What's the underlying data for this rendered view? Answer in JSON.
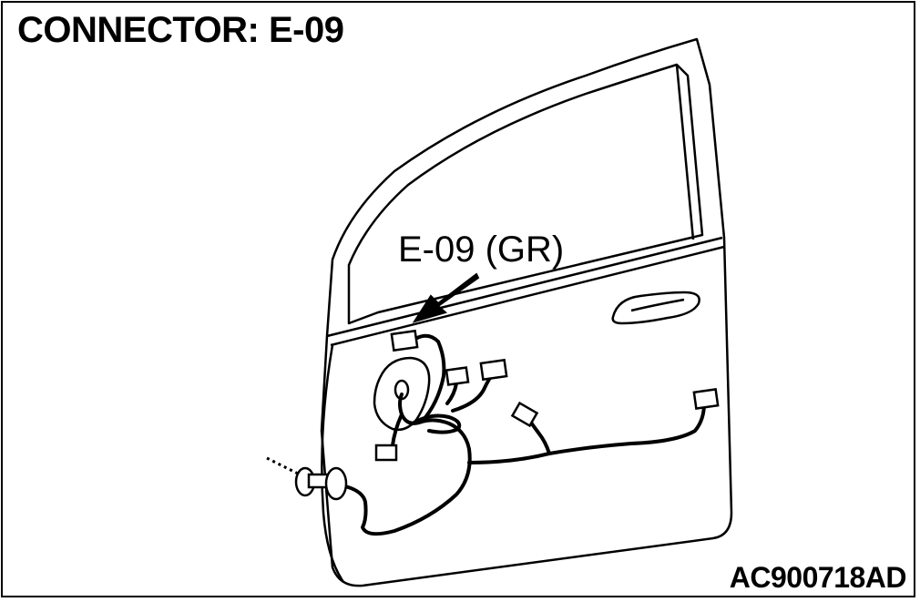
{
  "diagram": {
    "title": "CONNECTOR: E-09",
    "callout_label": "E-09 (GR)",
    "figure_code": "AC900718AD"
  },
  "colors": {
    "line": "#000000",
    "background": "#ffffff"
  }
}
